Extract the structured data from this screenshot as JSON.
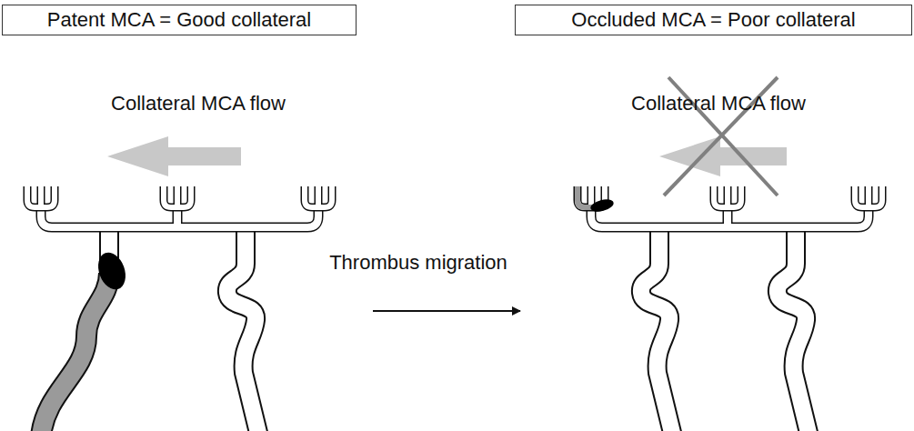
{
  "diagram": {
    "nodes": [
      {
        "text": [
          "Patent MCA = Good collateral"
        ]
      },
      {
        "text": [
          "Occluded MCA = Poor collateral"
        ]
      }
    ],
    "labels": [
      "Collateral MCA flow",
      "Collateral MCA flow",
      "Thrombus migration"
    ]
  }
}
